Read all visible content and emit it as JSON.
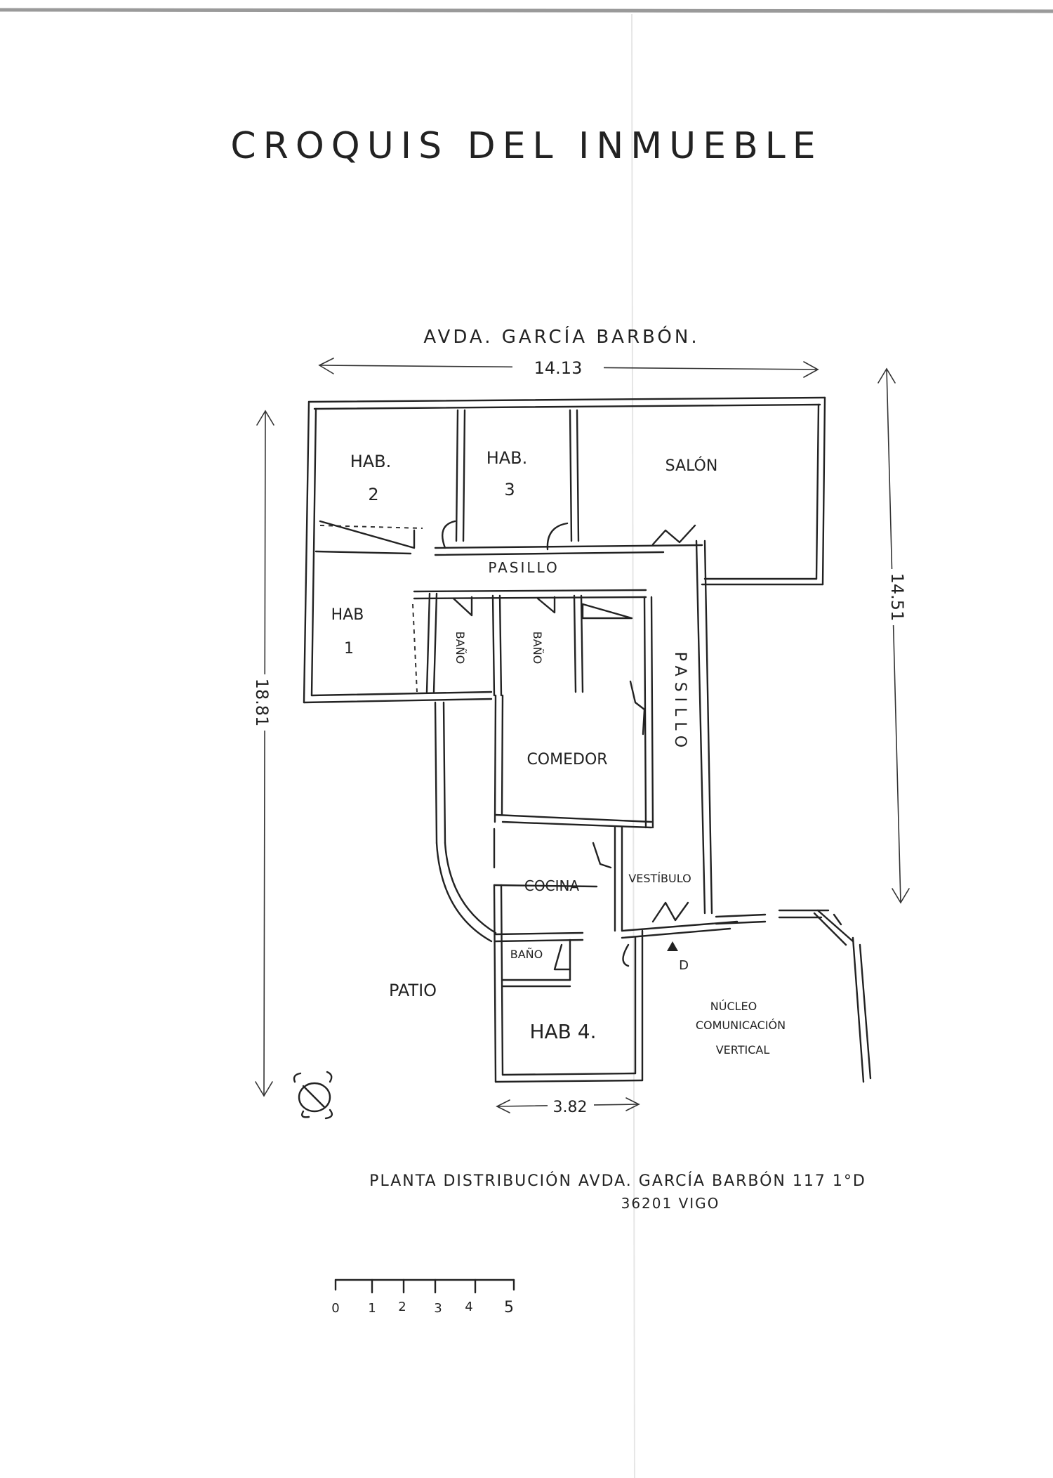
{
  "page": {
    "title": "CROQUIS DEL INMUEBLE",
    "street": "AVDA. GARCÍA BARBÓN.",
    "caption_line1": "PLANTA DISTRIBUCIÓN AVDA. GARCÍA BARBÓN 117 1°D",
    "caption_line2": "36201 VIGO"
  },
  "dimensions": {
    "top_width": "14.13",
    "left_height": "18.81",
    "right_height": "14.51",
    "bottom_width": "3.82"
  },
  "rooms": {
    "hab2": [
      "HAB.",
      "2"
    ],
    "hab3": [
      "HAB.",
      "3"
    ],
    "salon": "SALÓN",
    "hab1": [
      "HAB",
      "1"
    ],
    "pasillo_h": "PASILLO",
    "bano1": "BAÑO",
    "bano2": "BAÑO",
    "pasillo_v": "PASILLO",
    "comedor": "COMEDOR",
    "cocina": "COCINA",
    "vestibulo": "VESTÍBULO",
    "bano3": "BAÑO",
    "hab4": "HAB 4.",
    "patio": "PATIO",
    "nucleo": [
      "NÚCLEO",
      "COMUNICACIÓN",
      "VERTICAL"
    ],
    "entry_mark": "D"
  },
  "scale_bar": {
    "labels": [
      "0",
      "1",
      "2",
      "3",
      "4",
      "5"
    ]
  }
}
